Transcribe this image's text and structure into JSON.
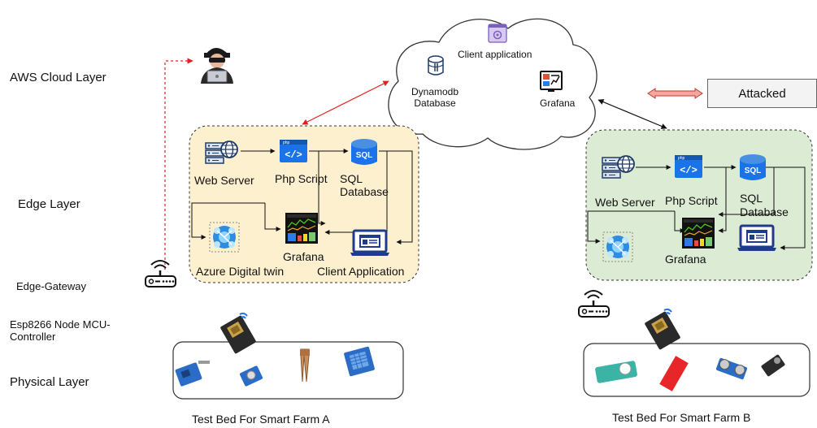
{
  "layers": {
    "aws_cloud": "AWS Cloud Layer",
    "edge": "Edge Layer",
    "edge_gateway": "Edge-Gateway",
    "controller": "Esp8266 Node MCU-\nController",
    "physical": "Physical Layer"
  },
  "cloud": {
    "client_application": "Client application",
    "dynamodb": "Dynamodb\nDatabase",
    "grafana": "Grafana"
  },
  "attacked_label": "Attacked",
  "farm_a": {
    "web_server": "Web Server",
    "php_script": "Php Script",
    "sql_database": "SQL\nDatabase",
    "grafana": "Grafana",
    "azure": "Azure Digital twin",
    "client_application": "Client Application",
    "test_bed": "Test Bed For Smart Farm A"
  },
  "farm_b": {
    "web_server": "Web Server",
    "php_script": "Php Script",
    "sql_database": "SQL\nDatabase",
    "grafana": "Grafana",
    "test_bed": "Test Bed For Smart Farm B"
  },
  "colors": {
    "edge_a_fill": "#fdf0cf",
    "edge_b_fill": "#dcebd3",
    "attack_arrow": "#e02020",
    "attacked_arrow_fill": "#f4a6a0",
    "attacked_arrow_stroke": "#c0392b"
  },
  "icons": {
    "hacker": "hacker-icon",
    "router": "router-icon",
    "web_server": "web-server-icon",
    "php": "php-script-icon",
    "sql": "sql-database-icon",
    "dynamodb": "dynamodb-icon",
    "grafana": "grafana-dashboard-icon",
    "azure": "azure-digital-twin-icon",
    "laptop": "client-laptop-icon",
    "nodemcu": "nodemcu-board-icon",
    "sensors": "sensor-module-icon"
  }
}
